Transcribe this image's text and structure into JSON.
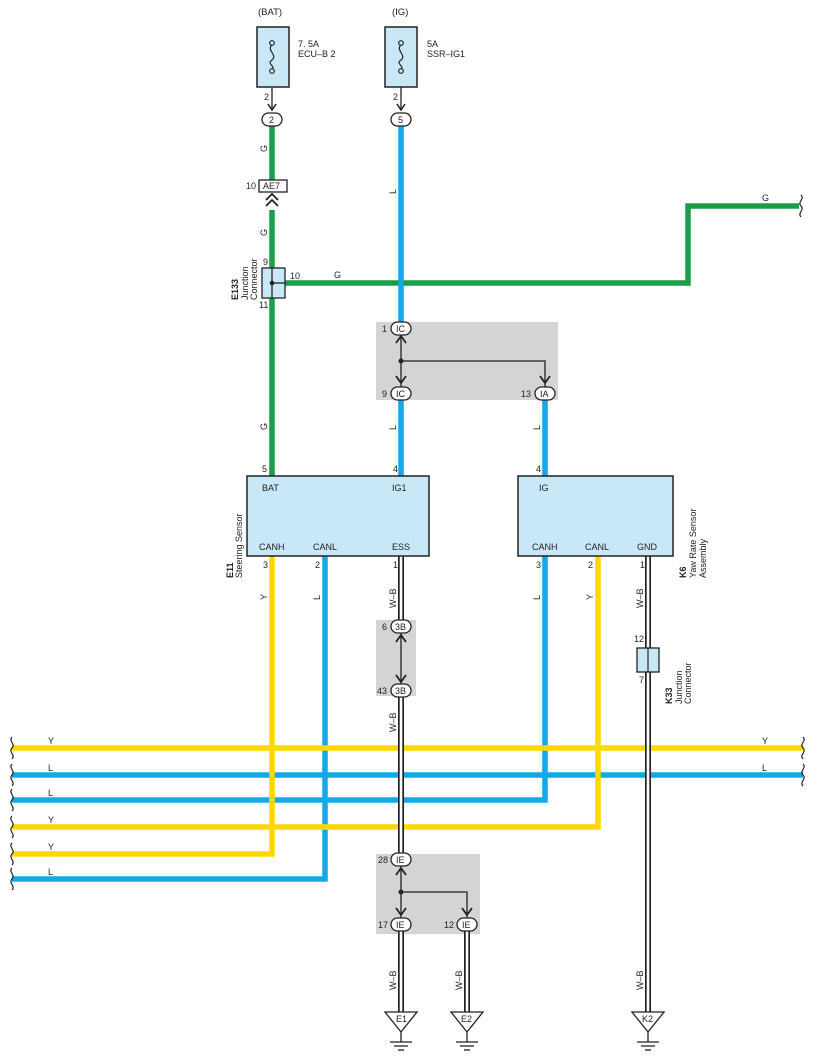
{
  "colors": {
    "green": "#1a9e4a",
    "blue": "#12a9e6",
    "yellow": "#ffd800",
    "component_fill": "#c8e8f7",
    "shade": "#d4d4d4",
    "black": "#222222"
  },
  "fuses": {
    "bat": {
      "source": "(BAT)",
      "rating": "7. 5A",
      "name": "ECU–B 2",
      "pin": "2",
      "connector": "2"
    },
    "ig": {
      "source": "(IG)",
      "rating": "5A",
      "name": "SSR–IG1",
      "pin": "2",
      "connector": "5"
    }
  },
  "connectors": {
    "ae7": {
      "label": "AE7",
      "pin": "10"
    },
    "ic_top": {
      "label": "IC",
      "pin": "1"
    },
    "ic_bottom": {
      "label": "IC",
      "pin": "9"
    },
    "ia": {
      "label": "IA",
      "pin": "13"
    },
    "b3_top": {
      "label": "3B",
      "pin": "6"
    },
    "b3_bottom": {
      "label": "3B",
      "pin": "43"
    },
    "ie_top": {
      "label": "IE",
      "pin": "28"
    },
    "ie_left": {
      "label": "IE",
      "pin": "17"
    },
    "ie_right": {
      "label": "IE",
      "pin": "12"
    }
  },
  "junctions": {
    "e133": {
      "id": "E133",
      "name_line1": "Junction",
      "name_line2": "Connector",
      "pin_top": "9",
      "pin_right": "10",
      "pin_bottom": "11"
    },
    "k33": {
      "id": "K33",
      "name_line1": "Junction",
      "name_line2": "Connector",
      "pin_top": "12",
      "pin_bottom": "7"
    }
  },
  "components": {
    "steering": {
      "id": "E11",
      "name": "Steering Sensor",
      "pins": {
        "bat": "BAT",
        "ig1": "IG1",
        "canh": "CANH",
        "canl": "CANL",
        "ess": "ESS"
      },
      "pin_numbers": {
        "bat": "5",
        "ig1": "4",
        "canh": "3",
        "canl": "2",
        "ess": "1"
      }
    },
    "yaw": {
      "id": "K6",
      "name_line1": "Yaw Rate Sensor",
      "name_line2": "Assembly",
      "pins": {
        "ig": "IG",
        "canh": "CANH",
        "canl": "CANL",
        "gnd": "GND"
      },
      "pin_numbers": {
        "ig": "4",
        "canh": "3",
        "canl": "2",
        "gnd": "1"
      }
    }
  },
  "wire_labels": {
    "g1": "G",
    "g2": "G",
    "g3": "G",
    "g_junction": "G",
    "g_top_right": "G",
    "l_ig": "L",
    "l_ig1": "L",
    "l_ia": "L",
    "y_canh_e11": "Y",
    "l_canl_e11": "L",
    "wb_ess": "W–B",
    "wb_ess2": "W–B",
    "l_canh_k6": "L",
    "y_canl_k6": "Y",
    "wb_gnd": "W–B",
    "bus_y1_left": "Y",
    "bus_y1_right": "Y",
    "bus_l1_left": "L",
    "bus_l1_right": "L",
    "bus_l2_left": "L",
    "bus_y2_left": "Y",
    "bus_y3_left": "Y",
    "bus_l3_left": "L",
    "wb_e1": "W–B",
    "wb_e2": "W–B",
    "wb_k2": "W–B"
  },
  "grounds": {
    "e1": "E1",
    "e2": "E2",
    "k2": "K2"
  }
}
